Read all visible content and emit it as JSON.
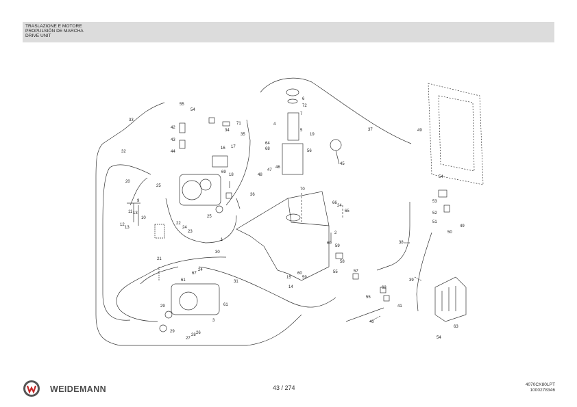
{
  "header": {
    "line1": "TRASLAZIONE E MOTORE",
    "line2": "PROPULSIÓN DE MARCHA",
    "line3": "DRIVE UNIT"
  },
  "callouts": {
    "c1": "1",
    "c2": "2",
    "c3": "3",
    "c4": "4",
    "c5": "5",
    "c6": "6",
    "c7": "7",
    "c9": "9",
    "c10": "10",
    "c11": "11",
    "c12": "12",
    "c13a": "13",
    "c13b": "13",
    "c14": "14",
    "c15": "15",
    "c16": "16",
    "c17": "17",
    "c18": "18",
    "c19": "19",
    "c20": "20",
    "c21": "21",
    "c22": "22",
    "c23": "23",
    "c24a": "24",
    "c24b": "24",
    "c24c": "24",
    "c25a": "25",
    "c25b": "25",
    "c26": "26",
    "c27": "27",
    "c28": "28",
    "c29a": "29",
    "c29b": "29",
    "c30": "30",
    "c31": "31",
    "c32": "32",
    "c33": "33",
    "c34": "34",
    "c35": "35",
    "c36": "36",
    "c37": "37",
    "c38": "38",
    "c39": "39",
    "c40": "40",
    "c41": "41",
    "c42": "42",
    "c43": "43",
    "c44": "44",
    "c45": "45",
    "c46": "46",
    "c47": "47",
    "c48": "48",
    "c49a": "49",
    "c49b": "49",
    "c50": "50",
    "c51": "51",
    "c52": "52",
    "c53": "53",
    "c54a": "54",
    "c54b": "54",
    "c54c": "54",
    "c55a": "55",
    "c55b": "55",
    "c55c": "55",
    "c56": "56",
    "c57": "57",
    "c58": "58",
    "c59a": "59",
    "c59b": "59",
    "c60a": "60",
    "c60b": "60",
    "c61a": "61",
    "c61b": "61",
    "c62": "62",
    "c63": "63",
    "c64": "64",
    "c65": "65",
    "c66": "66",
    "c67": "67",
    "c68": "68",
    "c69": "69",
    "c70": "70",
    "c71": "71",
    "c72": "72"
  },
  "footer": {
    "brand": "WEIDEMANN",
    "page": "43 / 274",
    "docref_line1": "4070CX80LPT",
    "docref_line2": "1000278346"
  },
  "colors": {
    "header_bg": "#dcdcdc",
    "brand_green": "#2e7d32",
    "brand_red": "#c62828",
    "line": "#333333"
  }
}
